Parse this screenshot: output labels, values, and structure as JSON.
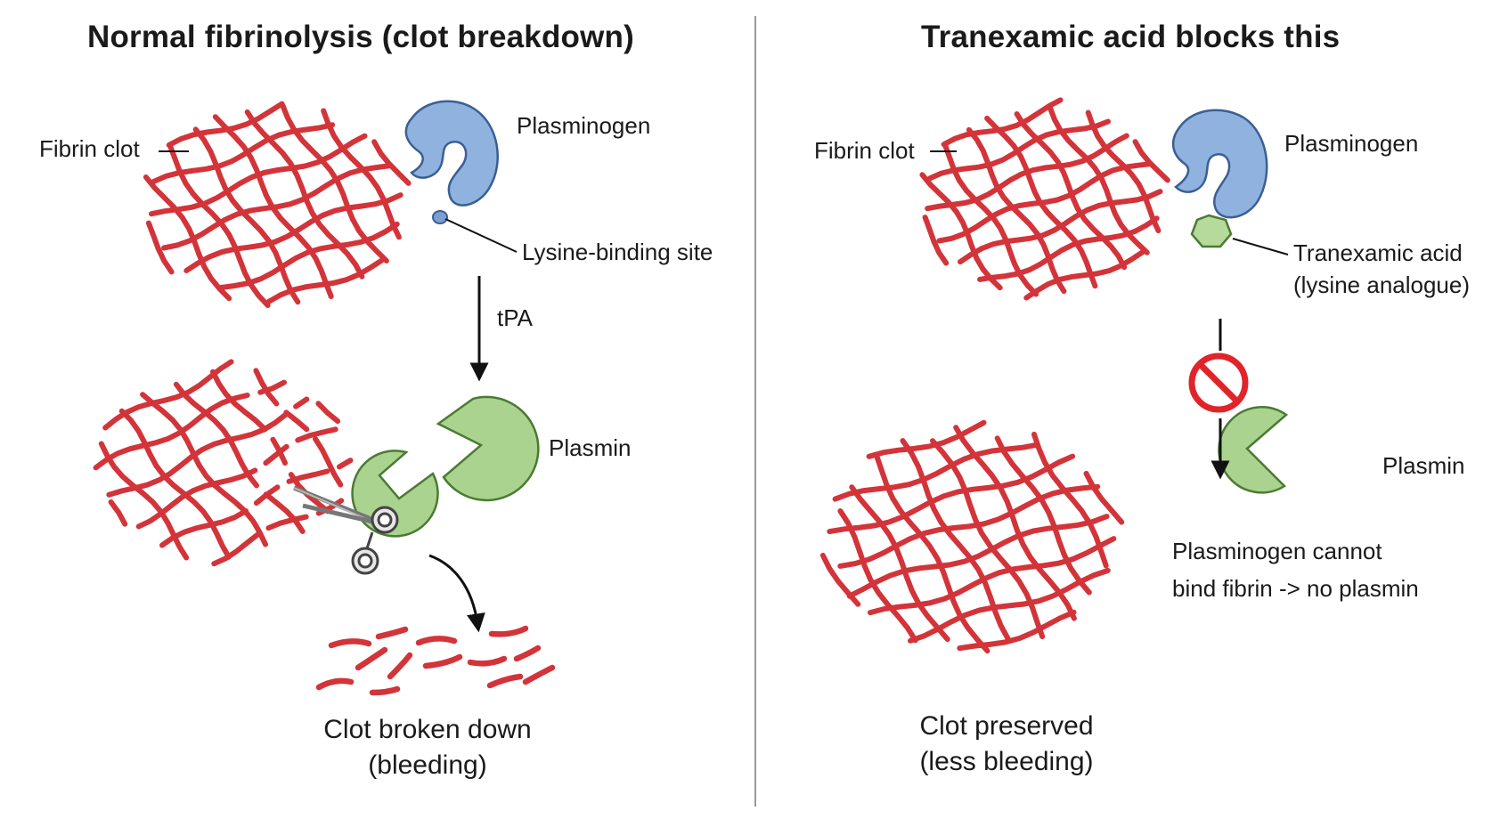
{
  "left_panel": {
    "title": "Normal fibrinolysis (clot breakdown)",
    "fibrin_clot_label": "Fibrin clot",
    "plasminogen_label": "Plasminogen",
    "lysine_site_label": "Lysine-binding site",
    "tpa_label": "tPA",
    "plasmin_label": "Plasmin",
    "caption_line1": "Clot broken down",
    "caption_line2": "(bleeding)"
  },
  "right_panel": {
    "title": "Tranexamic acid blocks this",
    "fibrin_clot_label": "Fibrin clot",
    "plasminogen_label": "Plasminogen",
    "txa_label_line1": "Tranexamic acid",
    "txa_label_line2": "(lysine analogue)",
    "plasmin_label": "Plasmin",
    "note_line1": "Plasminogen cannot",
    "note_line2": "bind fibrin -> no plasmin",
    "caption_line1": "Clot preserved",
    "caption_line2": "(less bleeding)"
  },
  "colors": {
    "fibrin": "#d2343a",
    "plasminogen": "#8fb2de",
    "plasmin": "#a9d38e",
    "tranexamic_acid": "#b5da9c",
    "block_sign": "#e0242a",
    "divider": "#9a9a9a"
  },
  "icons": [
    "scissors-icon",
    "no-entry-icon"
  ]
}
